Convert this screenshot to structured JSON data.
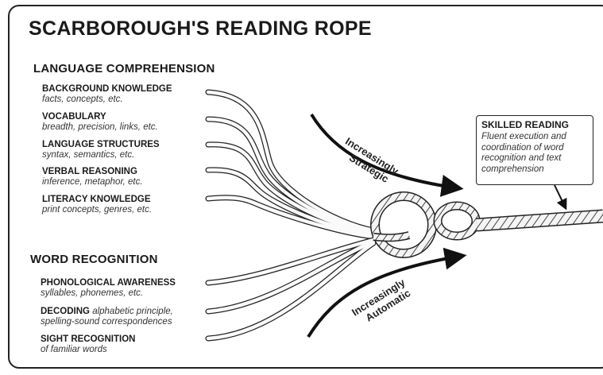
{
  "title": "SCARBOROUGH'S READING ROPE",
  "language_comprehension": {
    "heading": "LANGUAGE COMPREHENSION",
    "items": [
      {
        "label": "BACKGROUND KNOWLEDGE",
        "sub": "facts, concepts, etc."
      },
      {
        "label": "VOCABULARY",
        "sub": "breadth, precision, links, etc."
      },
      {
        "label": "LANGUAGE STRUCTURES",
        "sub": "syntax, semantics, etc."
      },
      {
        "label": "VERBAL REASONING",
        "sub": "inference, metaphor, etc."
      },
      {
        "label": "LITERACY KNOWLEDGE",
        "sub": "print concepts, genres, etc."
      }
    ]
  },
  "word_recognition": {
    "heading": "WORD RECOGNITION",
    "items": [
      {
        "label": "PHONOLOGICAL AWARENESS",
        "sub": "syllables, phonemes, etc."
      },
      {
        "label": "DECODING",
        "inline_sub": "alphabetic principle,",
        "sub": "spelling-sound correspondences"
      },
      {
        "label": "SIGHT RECOGNITION",
        "sub": "of familiar words"
      }
    ]
  },
  "arrows": {
    "strategic": [
      "Increasingly",
      "Strategic"
    ],
    "automatic": [
      "Increasingly",
      "Automatic"
    ]
  },
  "skilled_reading": {
    "title": "SKILLED READING",
    "description": "Fluent execution and coordination of word recognition and text comprehension"
  }
}
